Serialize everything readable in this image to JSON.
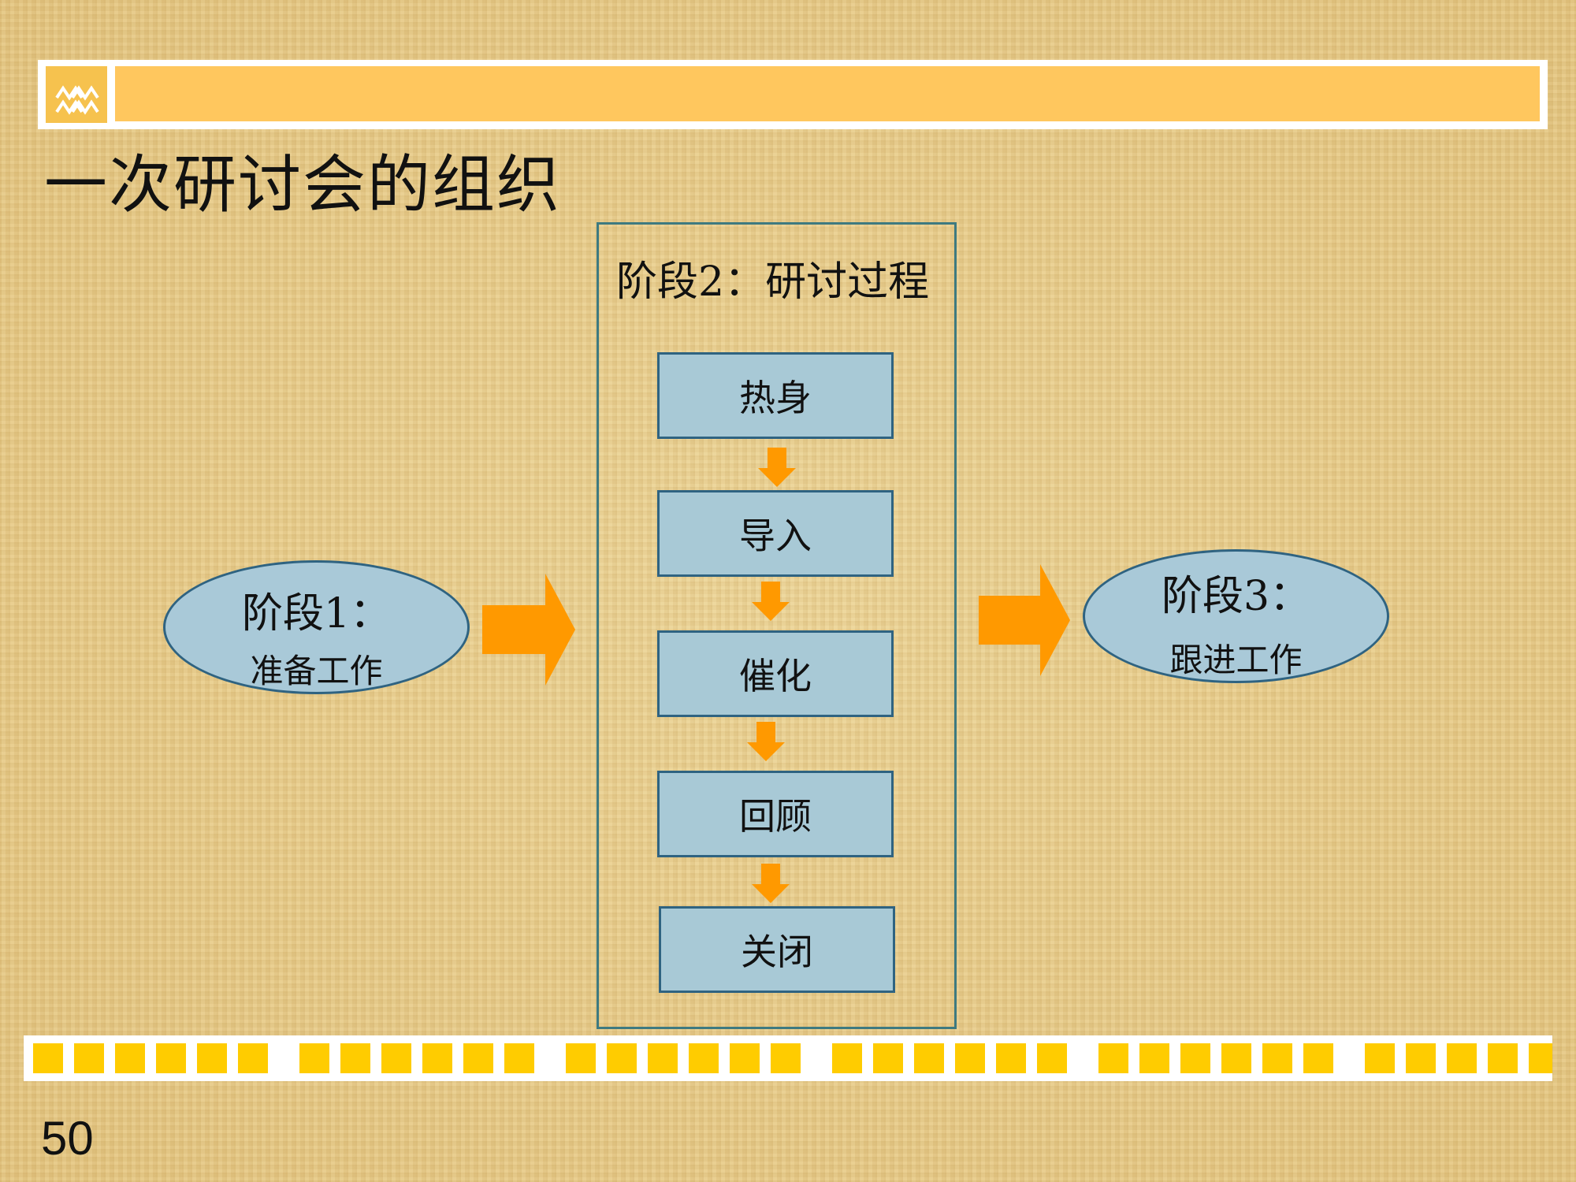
{
  "slide": {
    "title": "一次研讨会的组织",
    "page_number": "50"
  },
  "diagram": {
    "stage1": {
      "title": "阶段1：",
      "subtitle": "准备工作"
    },
    "stage2": {
      "title": "阶段2：研讨过程",
      "steps": [
        "热身",
        "导入",
        "催化",
        "回顾",
        "关闭"
      ]
    },
    "stage3": {
      "title": "阶段3：",
      "subtitle": "跟进工作"
    }
  },
  "colors": {
    "header": "#ffc75e",
    "footer_squares": "#ffcc00",
    "box_fill": "#a8c9d6",
    "box_border": "#2f6381",
    "arrow": "#ff9900",
    "frame_border": "#3e7a80"
  }
}
